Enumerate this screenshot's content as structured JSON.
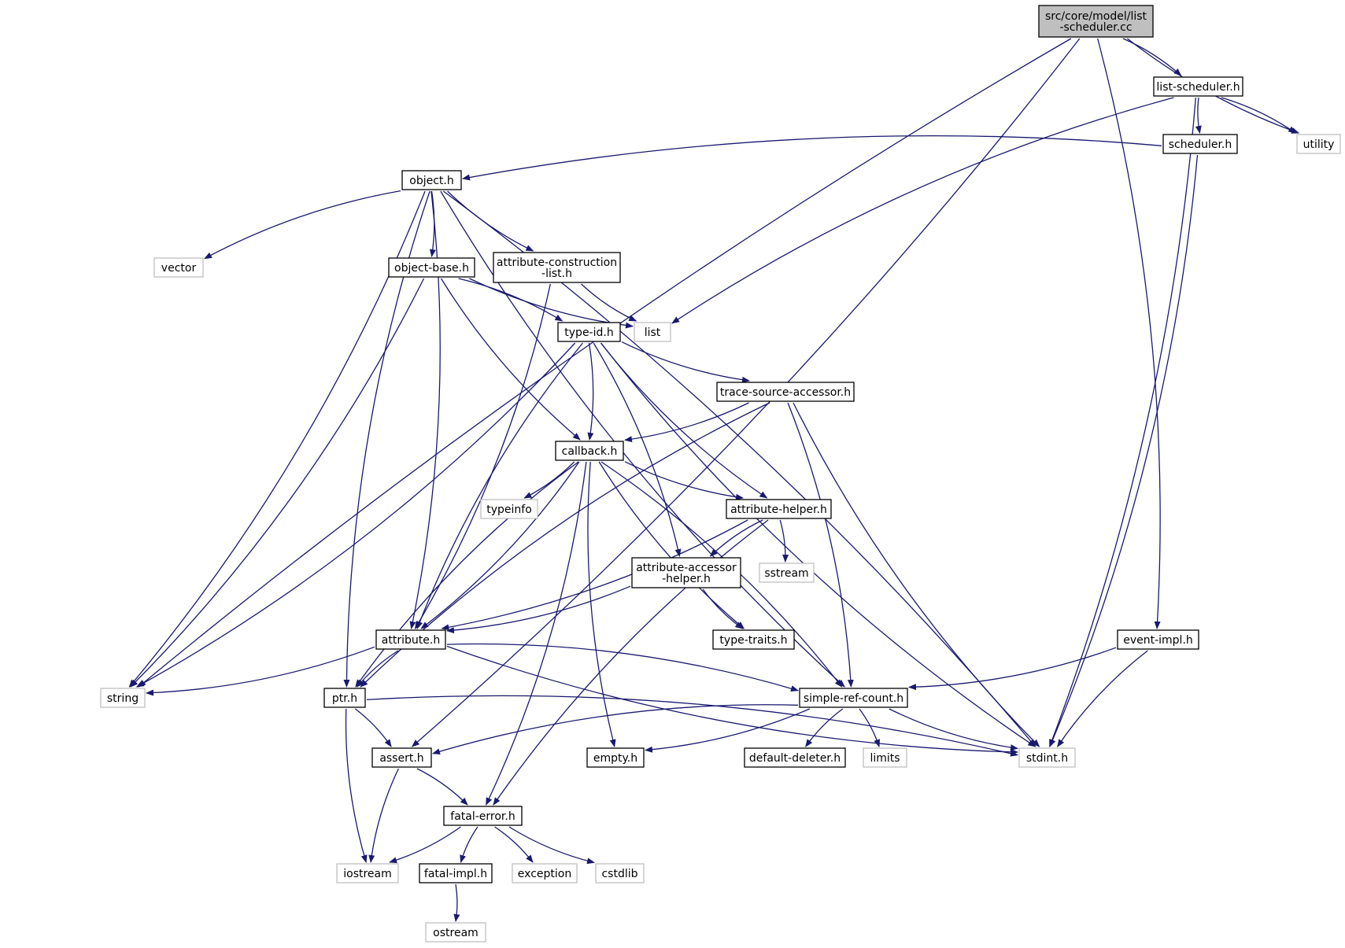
{
  "colors": {
    "edge": "#191970",
    "header_border": "#000000",
    "system_border": "#bfbfbf",
    "root_fill": "#bfbfbf",
    "node_fill": "#ffffff"
  },
  "nodes": [
    {
      "id": "root",
      "lines": [
        "src/core/model/list",
        "-scheduler.cc"
      ],
      "kind": "root"
    },
    {
      "id": "list_scheduler_h",
      "lines": [
        "list-scheduler.h"
      ],
      "kind": "header"
    },
    {
      "id": "utility",
      "lines": [
        "utility"
      ],
      "kind": "system"
    },
    {
      "id": "scheduler_h",
      "lines": [
        "scheduler.h"
      ],
      "kind": "header"
    },
    {
      "id": "object_h",
      "lines": [
        "object.h"
      ],
      "kind": "header"
    },
    {
      "id": "vector",
      "lines": [
        "vector"
      ],
      "kind": "system"
    },
    {
      "id": "object_base_h",
      "lines": [
        "object-base.h"
      ],
      "kind": "header"
    },
    {
      "id": "attribute_construction_list_h",
      "lines": [
        "attribute-construction",
        "-list.h"
      ],
      "kind": "header"
    },
    {
      "id": "list",
      "lines": [
        "list"
      ],
      "kind": "system"
    },
    {
      "id": "type_id_h",
      "lines": [
        "type-id.h"
      ],
      "kind": "header"
    },
    {
      "id": "trace_source_accessor_h",
      "lines": [
        "trace-source-accessor.h"
      ],
      "kind": "header"
    },
    {
      "id": "callback_h",
      "lines": [
        "callback.h"
      ],
      "kind": "header"
    },
    {
      "id": "typeinfo",
      "lines": [
        "typeinfo"
      ],
      "kind": "system"
    },
    {
      "id": "attribute_helper_h",
      "lines": [
        "attribute-helper.h"
      ],
      "kind": "header"
    },
    {
      "id": "sstream",
      "lines": [
        "sstream"
      ],
      "kind": "system"
    },
    {
      "id": "attribute_accessor_helper_h",
      "lines": [
        "attribute-accessor",
        "-helper.h"
      ],
      "kind": "header"
    },
    {
      "id": "type_traits_h",
      "lines": [
        "type-traits.h"
      ],
      "kind": "header"
    },
    {
      "id": "attribute_h",
      "lines": [
        "attribute.h"
      ],
      "kind": "header"
    },
    {
      "id": "event_impl_h",
      "lines": [
        "event-impl.h"
      ],
      "kind": "header"
    },
    {
      "id": "string",
      "lines": [
        "string"
      ],
      "kind": "system"
    },
    {
      "id": "ptr_h",
      "lines": [
        "ptr.h"
      ],
      "kind": "header"
    },
    {
      "id": "simple_ref_count_h",
      "lines": [
        "simple-ref-count.h"
      ],
      "kind": "header"
    },
    {
      "id": "assert_h",
      "lines": [
        "assert.h"
      ],
      "kind": "header"
    },
    {
      "id": "empty_h",
      "lines": [
        "empty.h"
      ],
      "kind": "header"
    },
    {
      "id": "default_deleter_h",
      "lines": [
        "default-deleter.h"
      ],
      "kind": "header"
    },
    {
      "id": "limits",
      "lines": [
        "limits"
      ],
      "kind": "system"
    },
    {
      "id": "stdint_h",
      "lines": [
        "stdint.h"
      ],
      "kind": "system"
    },
    {
      "id": "fatal_error_h",
      "lines": [
        "fatal-error.h"
      ],
      "kind": "header"
    },
    {
      "id": "iostream",
      "lines": [
        "iostream"
      ],
      "kind": "system"
    },
    {
      "id": "fatal_impl_h",
      "lines": [
        "fatal-impl.h"
      ],
      "kind": "header"
    },
    {
      "id": "exception",
      "lines": [
        "exception"
      ],
      "kind": "system"
    },
    {
      "id": "cstdlib",
      "lines": [
        "cstdlib"
      ],
      "kind": "system"
    },
    {
      "id": "ostream",
      "lines": [
        "ostream"
      ],
      "kind": "system"
    }
  ],
  "edges": [
    {
      "from": "root",
      "to": "list_scheduler_h"
    },
    {
      "from": "root",
      "to": "utility"
    },
    {
      "from": "root",
      "to": "event_impl_h"
    },
    {
      "from": "root",
      "to": "string"
    },
    {
      "from": "root",
      "to": "assert_h"
    },
    {
      "from": "list_scheduler_h",
      "to": "scheduler_h"
    },
    {
      "from": "list_scheduler_h",
      "to": "utility"
    },
    {
      "from": "list_scheduler_h",
      "to": "list"
    },
    {
      "from": "list_scheduler_h",
      "to": "stdint_h"
    },
    {
      "from": "scheduler_h",
      "to": "object_h"
    },
    {
      "from": "scheduler_h",
      "to": "stdint_h"
    },
    {
      "from": "object_h",
      "to": "vector"
    },
    {
      "from": "object_h",
      "to": "object_base_h"
    },
    {
      "from": "object_h",
      "to": "attribute_construction_list_h"
    },
    {
      "from": "object_h",
      "to": "string"
    },
    {
      "from": "object_h",
      "to": "ptr_h"
    },
    {
      "from": "object_h",
      "to": "attribute_h"
    },
    {
      "from": "object_h",
      "to": "simple_ref_count_h"
    },
    {
      "from": "object_h",
      "to": "stdint_h"
    },
    {
      "from": "object_base_h",
      "to": "list"
    },
    {
      "from": "object_base_h",
      "to": "type_id_h"
    },
    {
      "from": "object_base_h",
      "to": "callback_h"
    },
    {
      "from": "object_base_h",
      "to": "string"
    },
    {
      "from": "attribute_construction_list_h",
      "to": "list"
    },
    {
      "from": "attribute_construction_list_h",
      "to": "attribute_h"
    },
    {
      "from": "type_id_h",
      "to": "trace_source_accessor_h"
    },
    {
      "from": "type_id_h",
      "to": "callback_h"
    },
    {
      "from": "type_id_h",
      "to": "attribute_helper_h"
    },
    {
      "from": "type_id_h",
      "to": "attribute_accessor_helper_h"
    },
    {
      "from": "type_id_h",
      "to": "attribute_h"
    },
    {
      "from": "type_id_h",
      "to": "string"
    },
    {
      "from": "type_id_h",
      "to": "stdint_h"
    },
    {
      "from": "trace_source_accessor_h",
      "to": "callback_h"
    },
    {
      "from": "trace_source_accessor_h",
      "to": "ptr_h"
    },
    {
      "from": "trace_source_accessor_h",
      "to": "simple_ref_count_h"
    },
    {
      "from": "trace_source_accessor_h",
      "to": "stdint_h"
    },
    {
      "from": "callback_h",
      "to": "typeinfo"
    },
    {
      "from": "callback_h",
      "to": "attribute_helper_h"
    },
    {
      "from": "callback_h",
      "to": "attribute_h"
    },
    {
      "from": "callback_h",
      "to": "ptr_h"
    },
    {
      "from": "callback_h",
      "to": "fatal_error_h"
    },
    {
      "from": "callback_h",
      "to": "empty_h"
    },
    {
      "from": "callback_h",
      "to": "simple_ref_count_h"
    },
    {
      "from": "callback_h",
      "to": "type_traits_h"
    },
    {
      "from": "attribute_helper_h",
      "to": "sstream"
    },
    {
      "from": "attribute_helper_h",
      "to": "attribute_accessor_helper_h"
    },
    {
      "from": "attribute_helper_h",
      "to": "attribute_h"
    },
    {
      "from": "attribute_helper_h",
      "to": "fatal_error_h"
    },
    {
      "from": "attribute_accessor_helper_h",
      "to": "attribute_h"
    },
    {
      "from": "attribute_accessor_helper_h",
      "to": "type_traits_h"
    },
    {
      "from": "attribute_h",
      "to": "string"
    },
    {
      "from": "attribute_h",
      "to": "ptr_h"
    },
    {
      "from": "attribute_h",
      "to": "simple_ref_count_h"
    },
    {
      "from": "attribute_h",
      "to": "stdint_h"
    },
    {
      "from": "event_impl_h",
      "to": "simple_ref_count_h"
    },
    {
      "from": "event_impl_h",
      "to": "stdint_h"
    },
    {
      "from": "ptr_h",
      "to": "assert_h"
    },
    {
      "from": "ptr_h",
      "to": "iostream"
    },
    {
      "from": "ptr_h",
      "to": "stdint_h"
    },
    {
      "from": "simple_ref_count_h",
      "to": "assert_h"
    },
    {
      "from": "simple_ref_count_h",
      "to": "empty_h"
    },
    {
      "from": "simple_ref_count_h",
      "to": "default_deleter_h"
    },
    {
      "from": "simple_ref_count_h",
      "to": "limits"
    },
    {
      "from": "simple_ref_count_h",
      "to": "stdint_h"
    },
    {
      "from": "assert_h",
      "to": "fatal_error_h"
    },
    {
      "from": "assert_h",
      "to": "iostream"
    },
    {
      "from": "fatal_error_h",
      "to": "iostream"
    },
    {
      "from": "fatal_error_h",
      "to": "fatal_impl_h"
    },
    {
      "from": "fatal_error_h",
      "to": "exception"
    },
    {
      "from": "fatal_error_h",
      "to": "cstdlib"
    },
    {
      "from": "fatal_impl_h",
      "to": "ostream"
    }
  ]
}
